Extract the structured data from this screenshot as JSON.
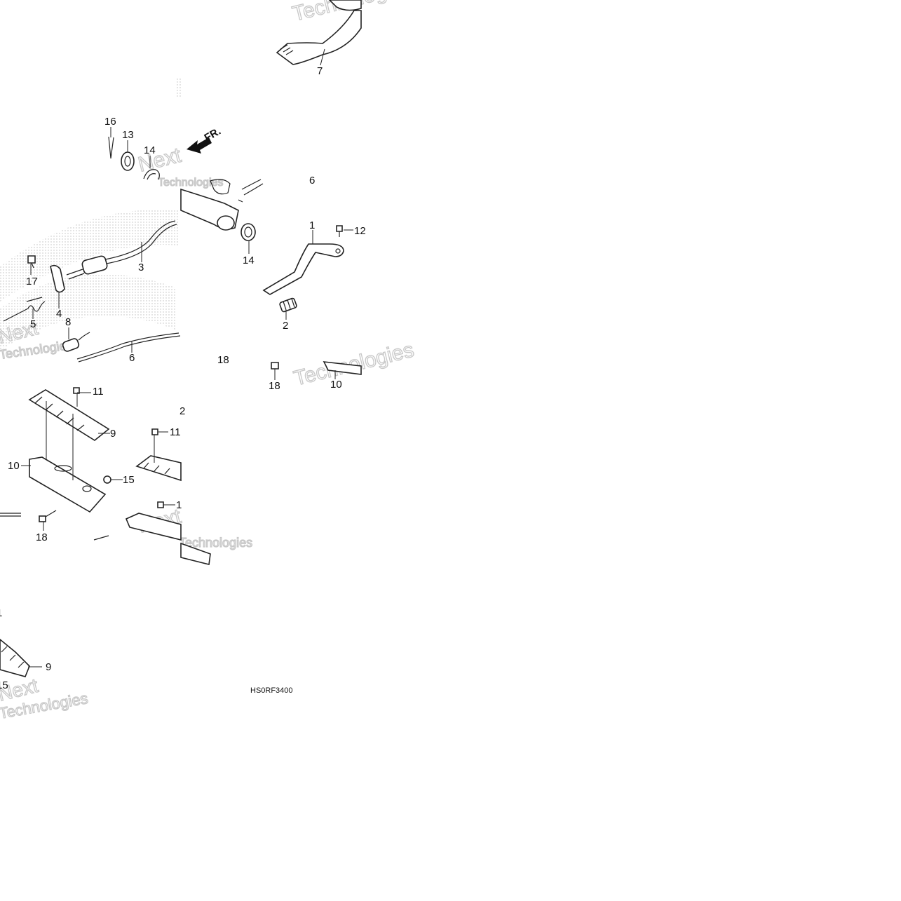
{
  "diagram": {
    "callouts": [
      "1",
      "2",
      "3",
      "4",
      "5",
      "6",
      "7",
      "8",
      "9",
      "10",
      "11",
      "12",
      "13",
      "14",
      "15",
      "16",
      "17",
      "18"
    ],
    "direction_label": "FR.",
    "figure_code": "HS0RF3400",
    "watermark": {
      "line1": "Next",
      "line2": "Technologies"
    },
    "icons": [
      "front-direction-arrow-icon"
    ]
  }
}
